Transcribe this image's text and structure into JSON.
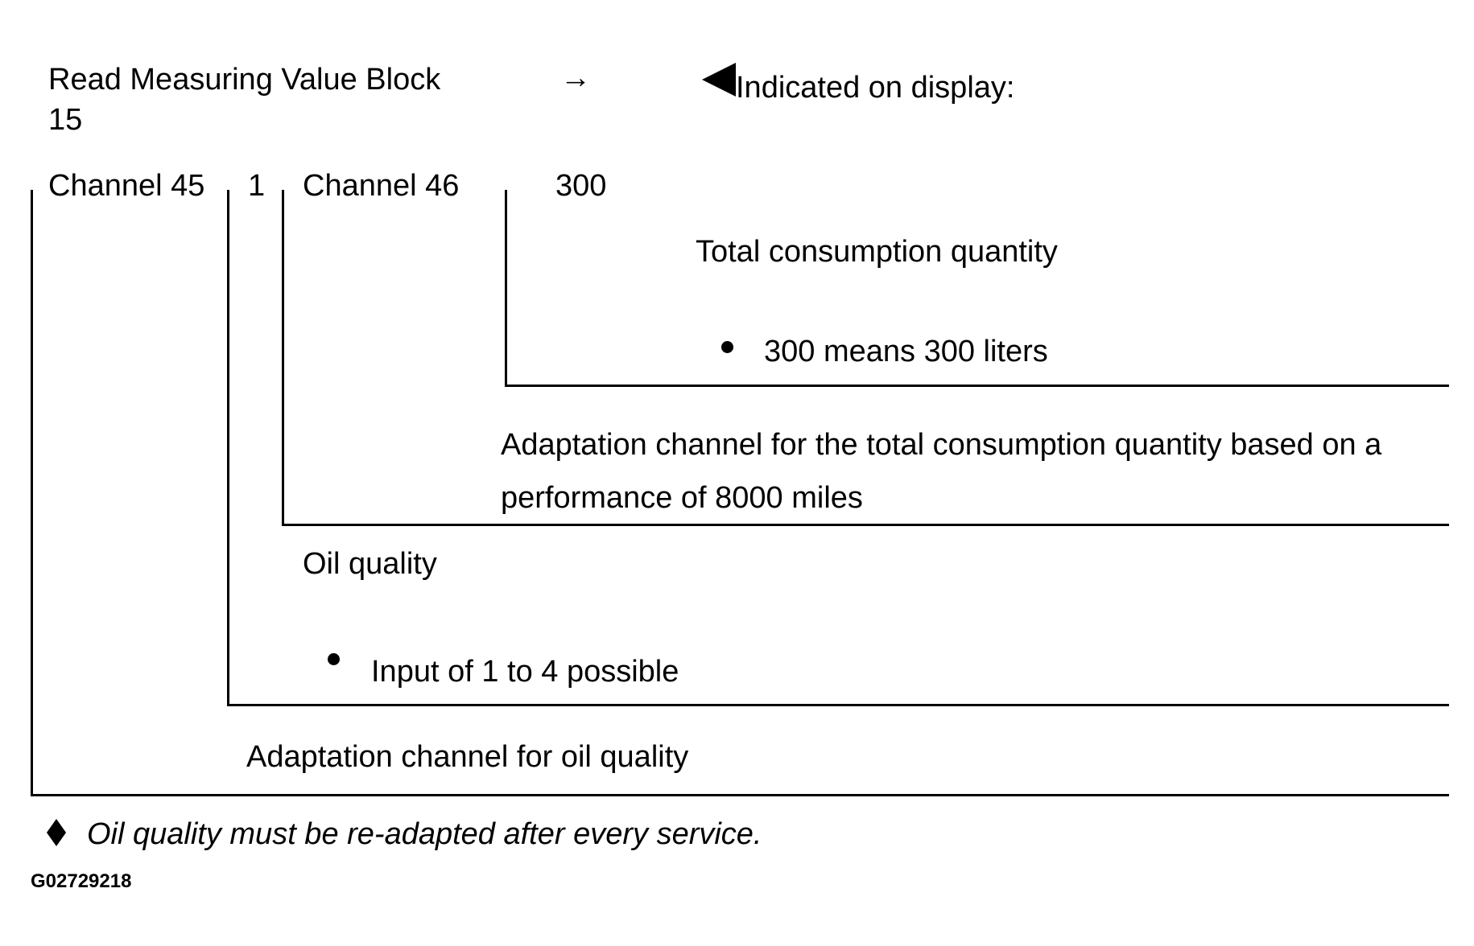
{
  "header": {
    "title_line1": "Read Measuring Value Block",
    "title_line2": "15",
    "arrow": "→",
    "indicated": "Indicated on display:"
  },
  "row": {
    "channel45": "Channel 45",
    "value1": "1",
    "channel46": "Channel 46",
    "value300": "300"
  },
  "blocks": {
    "total_consumption": "Total consumption quantity",
    "bullet_300": "300 means 300 liters",
    "adaptation_total_line1": "Adaptation channel for the total consumption quantity based on a",
    "adaptation_total_line2": "performance of 8000 miles",
    "oil_quality": "Oil quality",
    "bullet_input": "Input of 1 to 4 possible",
    "adaptation_oil": "Adaptation channel for oil quality"
  },
  "note": {
    "text": "Oil quality must be re-adapted after every service.",
    "icon": "diamond-bullet-icon"
  },
  "figure_code": "G02729218"
}
